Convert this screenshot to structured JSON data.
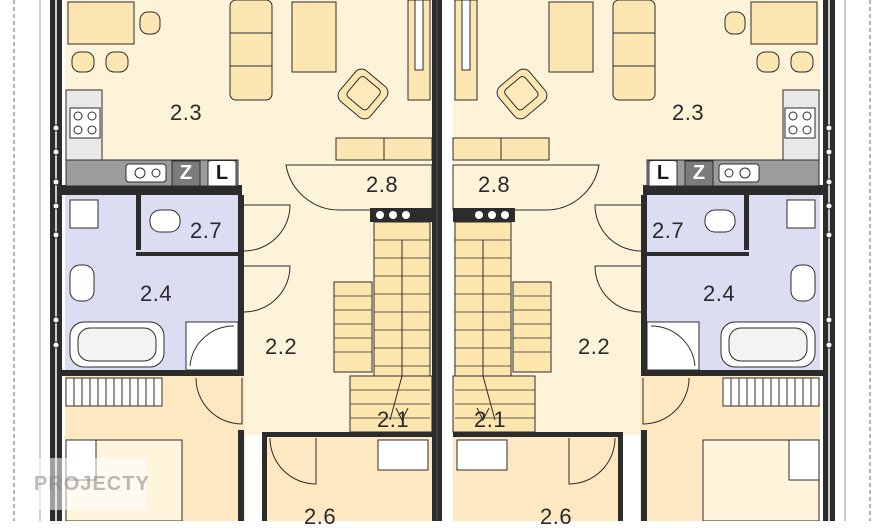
{
  "rooms": {
    "left": {
      "r2_3": "2.3",
      "r2_8": "2.8",
      "r2_7": "2.7",
      "r2_4": "2.4",
      "r2_2": "2.2",
      "r2_1": "2.1",
      "r2_6": "2.6"
    },
    "right": {
      "r2_3": "2.3",
      "r2_8": "2.8",
      "r2_7": "2.7",
      "r2_4": "2.4",
      "r2_2": "2.2",
      "r2_1": "2.1",
      "r2_6": "2.6"
    }
  },
  "appliance_labels": {
    "left": {
      "z": "Z",
      "l": "L"
    },
    "right": {
      "l": "L",
      "z": "Z"
    }
  },
  "watermark": "PROJECTY",
  "colors": {
    "living_floor": "#fdf3d9",
    "bedroom_floor": "#fde8c2",
    "bathroom_floor": "#dcdcf2",
    "wall": "#2c2c2c",
    "furniture": "#fce7b3",
    "stairs": "#fde5ae",
    "appliance": "#9c9c9c"
  }
}
